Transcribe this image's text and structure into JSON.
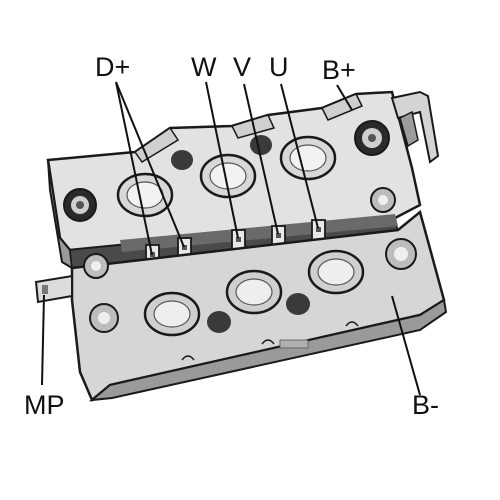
{
  "labels": {
    "d_plus": "D+",
    "w": "W",
    "v": "V",
    "u": "U",
    "b_plus": "B+",
    "mp": "MP",
    "b_minus": "B-"
  },
  "colors": {
    "outline": "#1a1a1a",
    "metal_light": "#e4e4e4",
    "metal_mid": "#c8c8c8",
    "metal_dark": "#8a8a8a",
    "cavity": "#3a3a3a"
  }
}
